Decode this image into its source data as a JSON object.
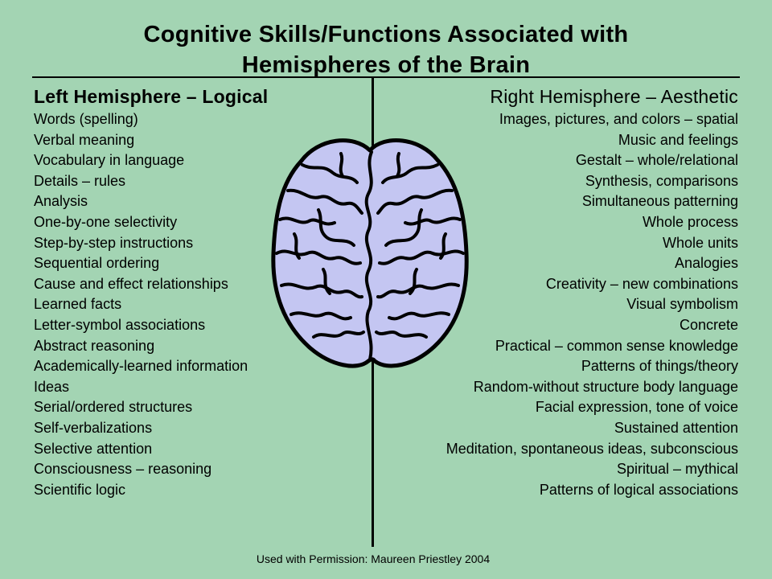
{
  "title": {
    "line1": "Cognitive Skills/Functions Associated with",
    "line2": "Hemispheres of the Brain"
  },
  "left": {
    "heading": "Left Hemisphere – Logical",
    "items": [
      "Words (spelling)",
      "Verbal meaning",
      "Vocabulary in language",
      "Details – rules",
      "Analysis",
      "One-by-one selectivity",
      "Step-by-step instructions",
      "Sequential ordering",
      "Cause and effect relationships",
      "Learned facts",
      "Letter-symbol associations",
      "Abstract reasoning",
      "Academically-learned information",
      "Ideas",
      "Serial/ordered structures",
      "Self-verbalizations",
      "Selective attention",
      "Consciousness – reasoning",
      "Scientific logic"
    ]
  },
  "right": {
    "heading": "Right Hemisphere –  Aesthetic",
    "items": [
      "Images, pictures, and colors – spatial",
      "Music and feelings",
      "Gestalt – whole/relational",
      "Synthesis, comparisons",
      "Simultaneous patterning",
      "Whole process",
      "Whole units",
      "Analogies",
      "Creativity – new combinations",
      "Visual symbolism",
      "Concrete",
      "Practical – common sense knowledge",
      "Patterns of things/theory",
      "Random-without structure body language",
      "Facial expression, tone of voice",
      "Sustained attention",
      "Meditation, spontaneous ideas, subconscious",
      "Spiritual – mythical",
      "Patterns of logical associations"
    ]
  },
  "footer": "Used with Permission: Maureen Priestley 2004",
  "colors": {
    "background": "#a3d4b3",
    "brain_fill": "#c4c6f2",
    "ink": "#000000"
  },
  "icons": {
    "brain": "brain-icon"
  }
}
